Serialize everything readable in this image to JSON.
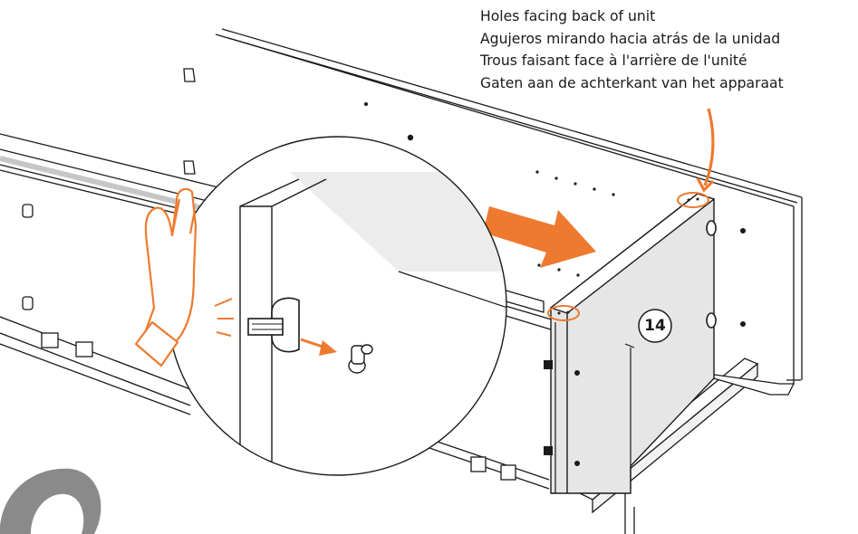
{
  "caption": {
    "lines": [
      "Holes facing back of unit",
      "Agujeros mirando hacia atrás de la unidad",
      "Trous faisant face à l'arrière de l'unité",
      "Gaten aan de achterkant van het apparaat"
    ]
  },
  "part_label": "14",
  "colors": {
    "accent": "#ee7a2f",
    "line": "#1a1a1a",
    "panel_fill": "#e6e6e6",
    "step_number": "#8a8a8a"
  },
  "icons": [
    "hand-icon",
    "direction-arrow-icon",
    "cam-lock-icon",
    "dowel-icon"
  ]
}
